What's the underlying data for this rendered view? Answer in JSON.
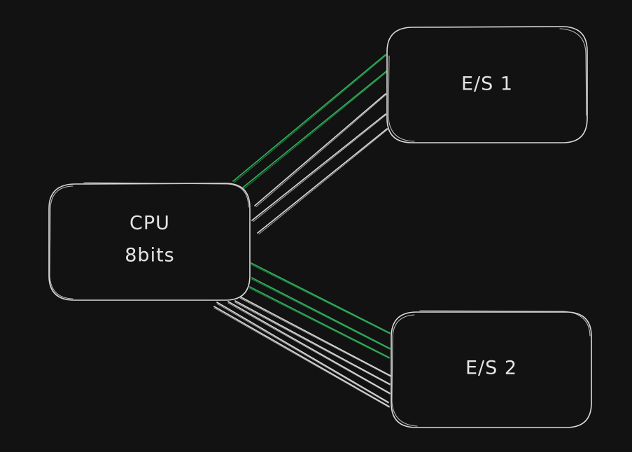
{
  "canvas": {
    "background": "#121212"
  },
  "colors": {
    "box_stroke": "#d9d9d9",
    "text": "#e4e4e4",
    "white_wire": "#d6d6d6",
    "green_wire": "#2fb15a"
  },
  "nodes": [
    {
      "id": "cpu",
      "name": "cpu-box",
      "lines": [
        "CPU",
        "8bits"
      ]
    },
    {
      "id": "es1",
      "name": "es1-box",
      "lines": [
        "E/S 1"
      ]
    },
    {
      "id": "es2",
      "name": "es2-box",
      "lines": [
        "E/S 2"
      ]
    }
  ],
  "connections": [
    {
      "from": "cpu",
      "to": "es1",
      "description": "bus from CPU to E/S 1",
      "wires": [
        {
          "color": "green"
        },
        {
          "color": "green"
        },
        {
          "color": "white"
        },
        {
          "color": "white"
        },
        {
          "color": "white"
        }
      ]
    },
    {
      "from": "cpu",
      "to": "es2",
      "description": "bus from CPU to E/S 2",
      "wires": [
        {
          "color": "green"
        },
        {
          "color": "green"
        },
        {
          "color": "green"
        },
        {
          "color": "white"
        },
        {
          "color": "white"
        },
        {
          "color": "white"
        },
        {
          "color": "white"
        },
        {
          "color": "white"
        }
      ]
    }
  ]
}
